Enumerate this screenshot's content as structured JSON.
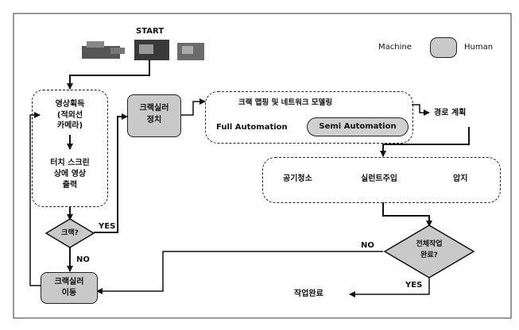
{
  "header": {
    "start_label": "START"
  },
  "legend": {
    "machine_label": "Machine",
    "human_label": "Human"
  },
  "diagram": {
    "acquire_line1": "영상획득",
    "acquire_line2": "(적외선",
    "acquire_line3": "카메라)",
    "touch_line1": "터치  스크린",
    "touch_line2": "상에 영상",
    "touch_line3": "출력",
    "crack_decision": "크랙?",
    "yes_label": "YES",
    "no_label": "NO",
    "robot_move_line1": "크랙실러",
    "robot_move_line2": "이동",
    "robot_position_line1": "크랙실러",
    "robot_position_line2": "정치",
    "mapping_label": "크랙 맵핑 및 네트워크 모델링",
    "full_automation": "Full  Automation",
    "semi_automation": "Semi  Automation",
    "path_planning": "경로 계획",
    "air_cleaning": "공기청소",
    "sealant_injection": "실런트주입",
    "pressing": "압지",
    "all_done_line1": "전체작업",
    "all_done_line2": "완료?",
    "no_label_2": "NO",
    "yes_label_2": "YES",
    "work_complete": "작업완료"
  }
}
